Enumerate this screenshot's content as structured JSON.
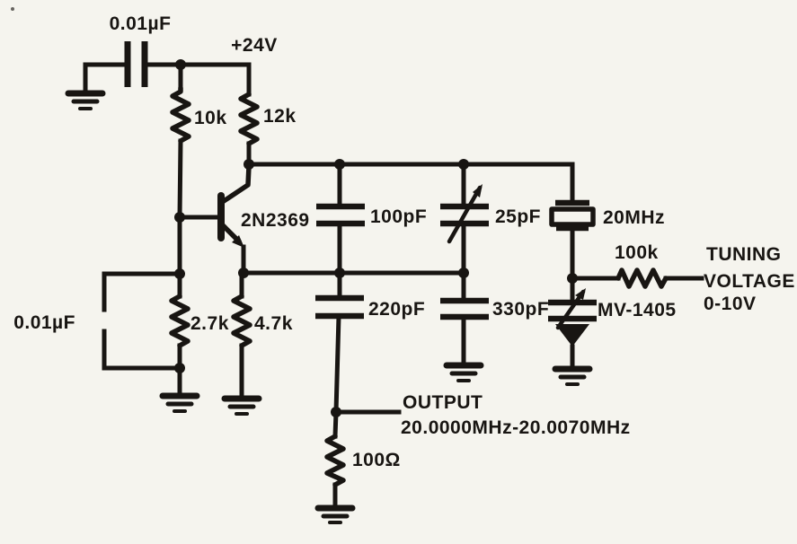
{
  "schematic": {
    "supply_label": "+24V",
    "bypass_cap_top_label": "0.01µF",
    "bypass_cap_bottom_label": "0.01µF",
    "r_base_upper_label": "10k",
    "r_collector_label": "12k",
    "r_base_lower_label": "2.7k",
    "r_emitter_label": "4.7k",
    "transistor_label": "2N2369",
    "cap_feedback1_label": "100pF",
    "cap_feedback2_label": "220pF",
    "cap_trimmer_label": "25pF",
    "cap_fixed_label": "330pF",
    "crystal_label": "20MHz",
    "varactor_label": "MV-1405",
    "r_tuning_label": "100k",
    "r_output_label": "100Ω",
    "output_title": "OUTPUT",
    "output_range": "20.0000MHz-20.0070MHz",
    "tuning_line1": "TUNING",
    "tuning_line2": "VOLTAGE",
    "tuning_line3": "0-10V"
  },
  "colors": {
    "ink": "#181512",
    "paper": "#f5f4ee"
  }
}
